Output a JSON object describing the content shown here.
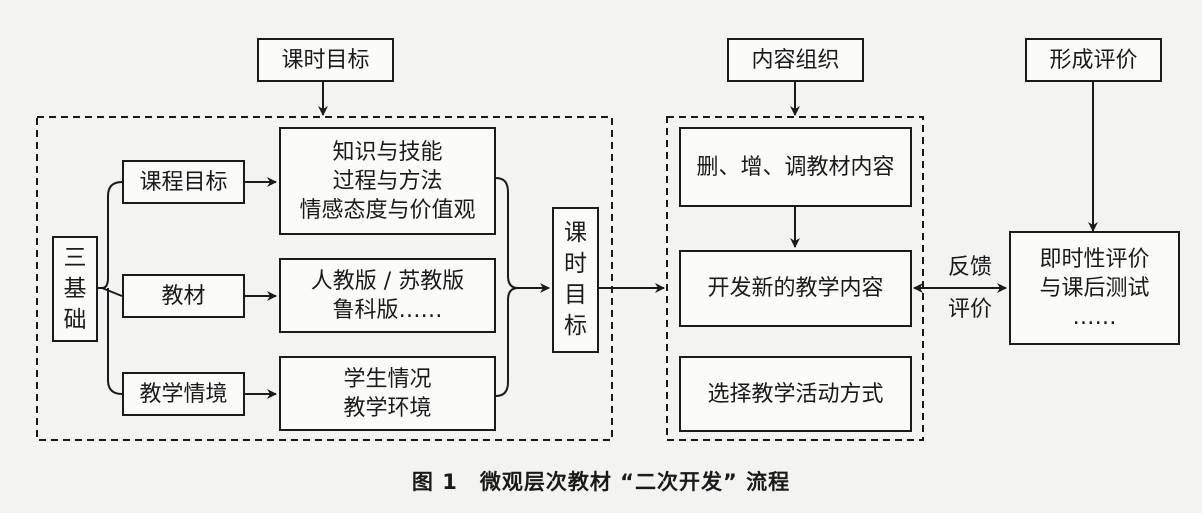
{
  "headers": {
    "lesson_goal": "课时目标",
    "content_organization": "内容组织",
    "formative_evaluation": "形成评价"
  },
  "left": {
    "three_foundations": [
      "三",
      "基",
      "础"
    ],
    "categories": [
      "课程目标",
      "教材",
      "教学情境"
    ],
    "details": [
      [
        "知识与技能",
        "过程与方法",
        "情感态度与价值观"
      ],
      [
        "人教版 / 苏教版",
        "鲁科版……"
      ],
      [
        "学生情况",
        "教学环境"
      ]
    ],
    "lesson_goal_vertical": [
      "课",
      "时",
      "目",
      "标"
    ]
  },
  "content": {
    "items": [
      "删、增、调教材内容",
      "开发新的教学内容",
      "选择教学活动方式"
    ]
  },
  "feedback": [
    "反馈",
    "评价"
  ],
  "evaluation": [
    "即时性评价",
    "与课后测试",
    "……"
  ],
  "caption": "图 1　微观层次教材 “二次开发” 流程"
}
